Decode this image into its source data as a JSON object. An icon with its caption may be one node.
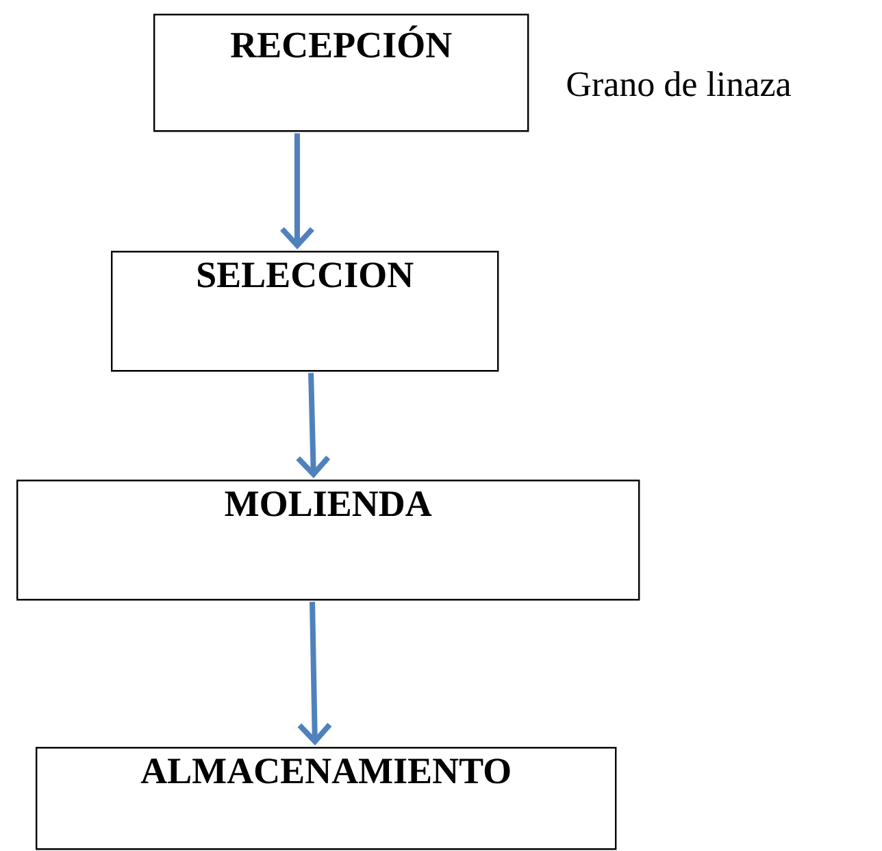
{
  "diagram": {
    "nodes": [
      {
        "text": [
          "RECEPCIÓN"
        ],
        "beside": [
          "Grano de linaza"
        ]
      },
      {
        "text": [
          "SELECCION"
        ]
      },
      {
        "text": [
          "MOLIENDA"
        ]
      },
      {
        "text": [
          "ALMACENAMIENTO"
        ]
      }
    ],
    "edges": [
      {
        "from": 0,
        "to": 1,
        "arrow": "to"
      },
      {
        "from": 1,
        "to": 2,
        "arrow": "to"
      },
      {
        "from": 2,
        "to": 3,
        "arrow": "to"
      }
    ]
  }
}
